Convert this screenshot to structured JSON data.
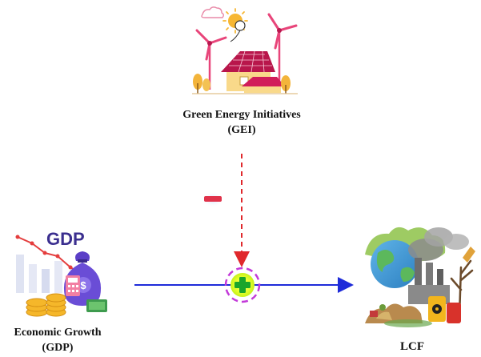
{
  "nodes": {
    "gei": {
      "line1": "Green Energy Initiatives",
      "line2": "(GEI)",
      "icon": "renewable-energy-house-icon"
    },
    "gdp": {
      "line1": "Economic Growth",
      "line2": "(GDP)",
      "icon_text": "GDP",
      "currency_text": "$",
      "icon": "economic-growth-money-bag-icon"
    },
    "lcf": {
      "line1": "LCF",
      "icon": "pollution-factory-earth-icon"
    }
  },
  "signs": {
    "moderation": "−",
    "main_effect": "+"
  },
  "colors": {
    "main_arrow": "#1e2bd9",
    "moderating_arrow": "#e0282c",
    "plus_sign": "#1aa52b",
    "plus_ring": "#c33ad9",
    "plus_fill": "#f4ff3a",
    "minus_sign": "#e0324a"
  }
}
